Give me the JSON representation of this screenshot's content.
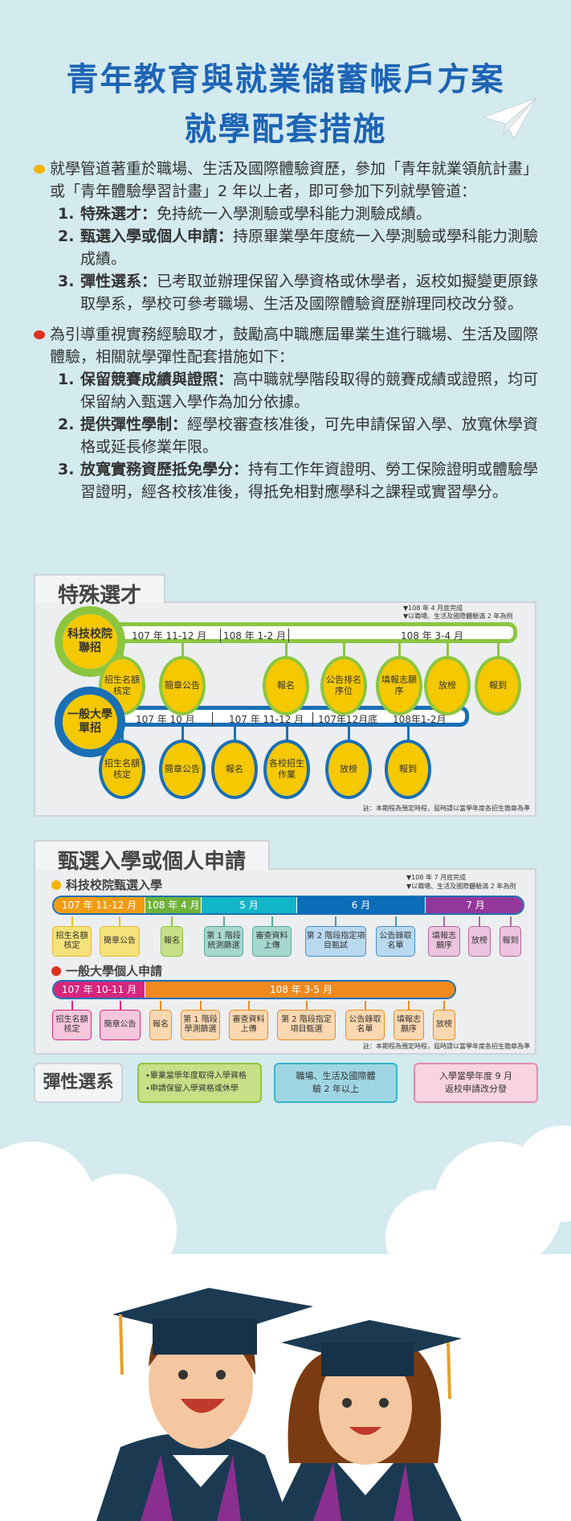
{
  "title": {
    "line1": "青年教育與就業儲蓄帳戶方案",
    "line2": "就學配套措施"
  },
  "intro": [
    {
      "text": "就學管道著重於職場、生活及國際體驗資歷，參加「青年就業領航計畫」或「青年體驗學習計畫」2 年以上者，即可參加下列就學管道：",
      "items": [
        {
          "num": "1.",
          "head": "特殊選才：",
          "text": "免持統一入學測驗或學科能力測驗成績。"
        },
        {
          "num": "2.",
          "head": "甄選入學或個人申請：",
          "text": "持原畢業學年度統一入學測驗或學科能力測驗成績。"
        },
        {
          "num": "3.",
          "head": "彈性選系：",
          "text": "已考取並辦理保留入學資格或休學者，返校如擬變更原錄取學系，學校可參考職場、生活及國際體驗資歷辦理同校改分發。"
        }
      ]
    },
    {
      "text": "為引導重視實務經驗取才，鼓勵高中職應屆畢業生進行職場、生活及國際體驗，相關就學彈性配套措施如下：",
      "items": [
        {
          "num": "1.",
          "head": "保留競賽成績與證照：",
          "text": "高中職就學階段取得的競賽成績或證照，均可保留納入甄選入學作為加分依據。"
        },
        {
          "num": "2.",
          "head": "提供彈性學制：",
          "text": "經學校審查核准後，可先申請保留入學、放寬休學資格或延長修業年限。"
        },
        {
          "num": "3.",
          "head": "放寬實務資歷抵免學分：",
          "text": "持有工作年資證明、勞工保險證明或體驗學習證明，經各校核准後，得抵免相對應學科之課程或實習學分。"
        }
      ]
    }
  ],
  "special": {
    "heading": "特殊選才",
    "notes": [
      "▼108 年 4 月底完成",
      "▼以職場、生活及國際體驗滿 2 年為例"
    ],
    "tech": {
      "hub": "科技校院聯招",
      "periods": [
        "107 年 11-12 月",
        "108 年 1-2 月",
        "108 年 3-4 月"
      ],
      "steps": [
        "招生名額核定",
        "簡章公告",
        "報名",
        "公告排名序位",
        "填報志願序",
        "放榜",
        "報到"
      ]
    },
    "univ": {
      "hub": "一般大學單招",
      "periods": [
        "107 年 10 月",
        "107 年 11-12 月",
        "107年12月底",
        "108年1-2月"
      ],
      "steps": [
        "招生名額核定",
        "簡章公告",
        "報名",
        "各校招生作業",
        "放榜",
        "報到"
      ]
    },
    "footnote": "註：本期程為預定時程，屆時請以當學年度各招生簡章為準"
  },
  "selection": {
    "heading": "甄選入學或個人申請",
    "notes": [
      "▼108 年 7 月底完成",
      "▼以職場、生活及國際體驗滿 2 年為例"
    ],
    "tech": {
      "title": "科技校院甄選入學",
      "periods": [
        "107 年 11-12 月",
        "108 年 4 月",
        "5 月",
        "6 月",
        "7 月"
      ],
      "steps": [
        "招生名額核定",
        "簡章公告",
        "報名",
        "第 1 階段統測篩選",
        "審查資料上傳",
        "第 2 階段指定項目甄試",
        "公告錄取名單",
        "填報志願序",
        "放榜",
        "報到"
      ]
    },
    "univ": {
      "title": "一般大學個人申請",
      "periods": [
        "107 年 10-11 月",
        "108 年 3-5 月"
      ],
      "steps": [
        "招生名額核定",
        "簡章公告",
        "報名",
        "第 1 階段學測篩選",
        "審查資料上傳",
        "第 2 階段指定項目甄選",
        "公告錄取名單",
        "填報志願序",
        "放榜"
      ]
    },
    "footnote": "註：本期程為預定時程，屆時請以當學年度各招生簡章為準"
  },
  "flexible": {
    "heading": "彈性選系",
    "conditions": [
      "•畢業當學年度取得入學資格",
      "•申請保留入學資格或休學"
    ],
    "experience": "職場、生活及國際體驗 2 年以上",
    "result": "入學當學年度 9 月 返校申請改分發"
  },
  "colors": {
    "title": "#1d64b4",
    "green": "#8cc63f",
    "blue": "#1a6fb5",
    "yellow": "#f5c800",
    "orange": "#f08a1e",
    "magenta": "#d6267e",
    "purple": "#93389a",
    "teal": "#13b5c8",
    "darkblue": "#0b6cb8"
  }
}
